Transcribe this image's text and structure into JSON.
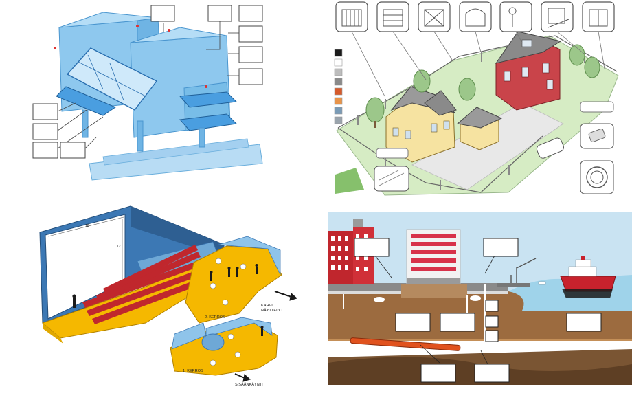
{
  "panels": {
    "cinema": {
      "screen_width": "18",
      "screen_height": "12",
      "cafe_label": "KAHVIO",
      "exhibitions_label": "NÄYTTELYT",
      "floor2_label": "2. KERROS",
      "floor1_label": "1. KERROS",
      "entrance_label": "SISÄÄNKÄYNTI"
    }
  },
  "colors": {
    "building_blue": "#8ec8ee",
    "house_yellow": "#f6e3a1",
    "house_red": "#c9444a",
    "lawn_green": "#d6ecc4",
    "cinema_floor": "#f5b800",
    "seat_red": "#c0272d",
    "wall_blue": "#3c78b4",
    "sea_blue": "#9fd3ea",
    "earth_brown": "#9c6b3f"
  },
  "swatches": [
    "#1a1a1a",
    "#ffffff",
    "#bdbdbd",
    "#8a8a8a",
    "#d65a2b",
    "#e8944a",
    "#7a9bb6",
    "#9aa4ad",
    "#86c06c"
  ]
}
